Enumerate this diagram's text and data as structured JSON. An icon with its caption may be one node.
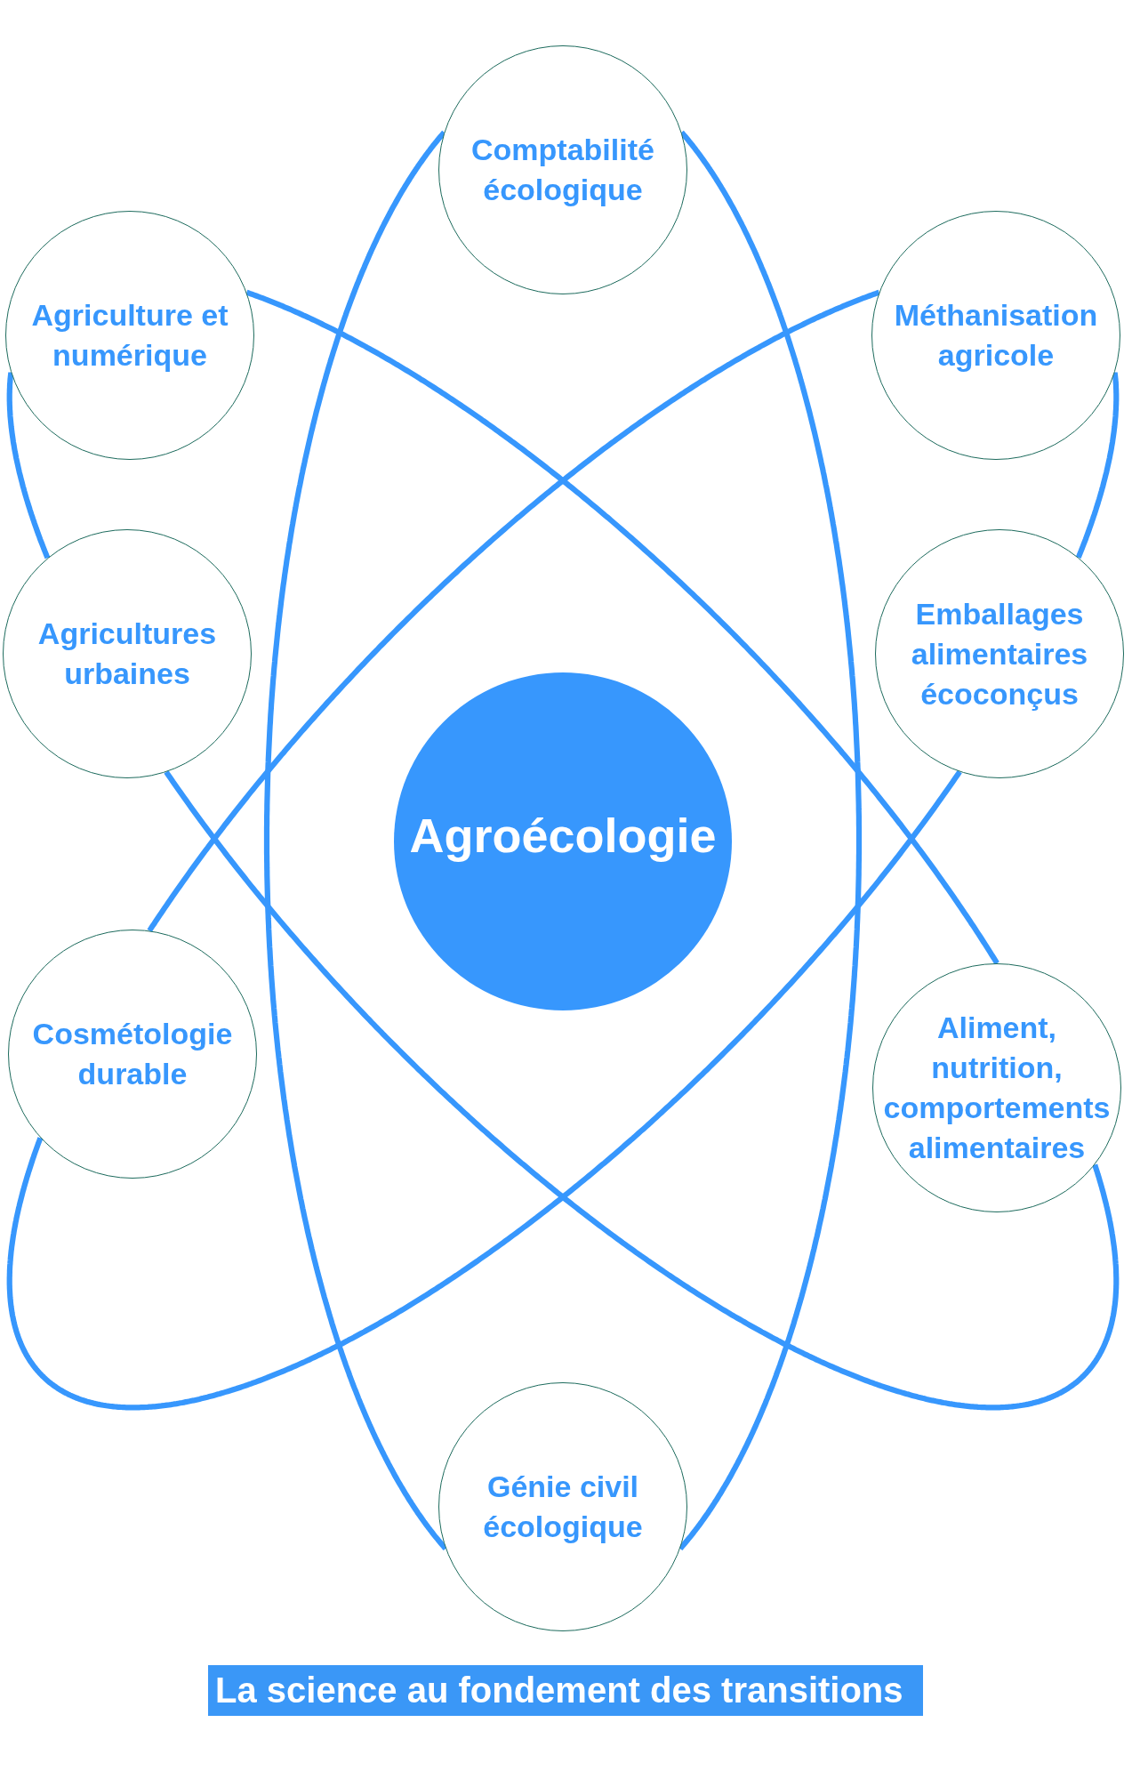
{
  "diagram": {
    "nodes": [
      {
        "text": [
          "Comptabilité écologique"
        ]
      },
      {
        "text": [
          "Agriculture et numérique"
        ]
      },
      {
        "text": [
          "Méthanisation agricole"
        ]
      },
      {
        "text": [
          "Agricultures urbaines"
        ]
      },
      {
        "text": [
          "Emballages alimentaires écoconçus"
        ]
      },
      {
        "text": [
          "Agroécologie"
        ]
      },
      {
        "text": [
          "Cosmétologie durable"
        ]
      },
      {
        "text": [
          "Aliment, nutrition, comportements alimentaires"
        ]
      },
      {
        "text": [
          "Génie civil écologique"
        ]
      }
    ],
    "edges": [
      {
        "from": 0,
        "to": 8,
        "arrow": "none"
      },
      {
        "from": 0,
        "to": 8,
        "arrow": "none"
      },
      {
        "from": 1,
        "to": 7,
        "arrow": "none"
      },
      {
        "from": 7,
        "to": 3,
        "arrow": "none"
      },
      {
        "from": 3,
        "to": 1,
        "arrow": "none"
      },
      {
        "from": 2,
        "to": 6,
        "arrow": "none"
      },
      {
        "from": 6,
        "to": 4,
        "arrow": "none"
      },
      {
        "from": 4,
        "to": 2,
        "arrow": "none"
      }
    ],
    "caption": "La science au fondement des transitions"
  }
}
